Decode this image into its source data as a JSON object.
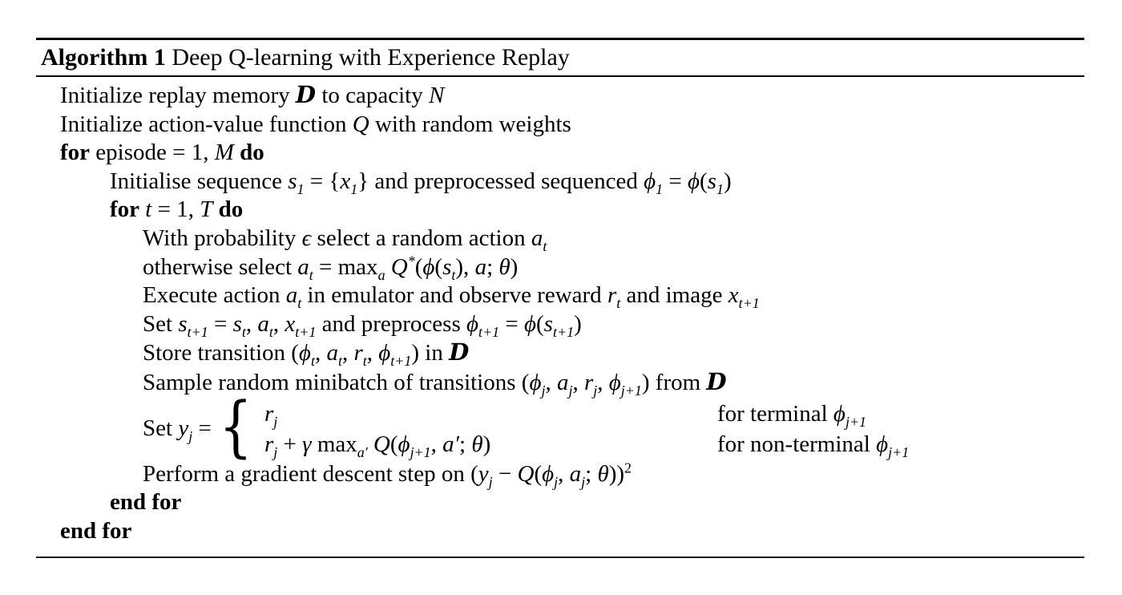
{
  "header": {
    "label": "Algorithm 1",
    "caption": " Deep Q-learning with Experience Replay"
  },
  "brace_glyph": "{",
  "lines": [
    {
      "indent": 0,
      "tokens": [
        "Initialize replay memory ",
        {
          "v": "D",
          "s": "cal"
        },
        " to capacity ",
        {
          "v": "N",
          "s": "i"
        }
      ]
    },
    {
      "indent": 0,
      "tokens": [
        "Initialize action-value function ",
        {
          "v": "Q",
          "s": "i"
        },
        " with random weights"
      ]
    },
    {
      "indent": 0,
      "tokens": [
        {
          "v": "for",
          "s": "b"
        },
        " episode = 1, ",
        {
          "v": "M",
          "s": "i"
        },
        " ",
        {
          "v": "do",
          "s": "b"
        }
      ]
    },
    {
      "indent": 1,
      "tokens": [
        "Initialise sequence ",
        {
          "v": "s",
          "s": "i",
          "sub": "1"
        },
        " = {",
        {
          "v": "x",
          "s": "i",
          "sub": "1"
        },
        "} and preprocessed sequenced ",
        {
          "v": "ϕ",
          "s": "i",
          "sub": "1"
        },
        " = ",
        {
          "v": "ϕ",
          "s": "i"
        },
        "(",
        {
          "v": "s",
          "s": "i",
          "sub": "1"
        },
        ")"
      ]
    },
    {
      "indent": 1,
      "tokens": [
        {
          "v": "for",
          "s": "b"
        },
        " ",
        {
          "v": "t",
          "s": "i"
        },
        " = 1, ",
        {
          "v": "T",
          "s": "i"
        },
        " ",
        {
          "v": "do",
          "s": "b"
        }
      ]
    },
    {
      "indent": 2,
      "tokens": [
        "With probability ",
        {
          "v": "ϵ",
          "s": "i"
        },
        " select a random action ",
        {
          "v": "a",
          "s": "i",
          "sub": "t"
        }
      ]
    },
    {
      "indent": 2,
      "tokens": [
        "otherwise select ",
        {
          "v": "a",
          "s": "i",
          "sub": "t"
        },
        " = ",
        {
          "v": "max",
          "sub": "a"
        },
        " ",
        {
          "v": "Q",
          "s": "i",
          "sup": "*"
        },
        "(",
        {
          "v": "ϕ",
          "s": "i"
        },
        "(",
        {
          "v": "s",
          "s": "i",
          "sub": "t"
        },
        "), ",
        {
          "v": "a",
          "s": "i"
        },
        "; ",
        {
          "v": "θ",
          "s": "i"
        },
        ")"
      ]
    },
    {
      "indent": 2,
      "tokens": [
        "Execute action ",
        {
          "v": "a",
          "s": "i",
          "sub": "t"
        },
        " in emulator and observe reward ",
        {
          "v": "r",
          "s": "i",
          "sub": "t"
        },
        " and image ",
        {
          "v": "x",
          "s": "i",
          "sub": "t+1"
        }
      ]
    },
    {
      "indent": 2,
      "tokens": [
        "Set ",
        {
          "v": "s",
          "s": "i",
          "sub": "t+1"
        },
        " = ",
        {
          "v": "s",
          "s": "i",
          "sub": "t"
        },
        ", ",
        {
          "v": "a",
          "s": "i",
          "sub": "t"
        },
        ", ",
        {
          "v": "x",
          "s": "i",
          "sub": "t+1"
        },
        " and preprocess ",
        {
          "v": "ϕ",
          "s": "i",
          "sub": "t+1"
        },
        " = ",
        {
          "v": "ϕ",
          "s": "i"
        },
        "(",
        {
          "v": "s",
          "s": "i",
          "sub": "t+1"
        },
        ")"
      ]
    },
    {
      "indent": 2,
      "tokens": [
        "Store transition (",
        {
          "v": "ϕ",
          "s": "i",
          "sub": "t"
        },
        ", ",
        {
          "v": "a",
          "s": "i",
          "sub": "t"
        },
        ", ",
        {
          "v": "r",
          "s": "i",
          "sub": "t"
        },
        ", ",
        {
          "v": "ϕ",
          "s": "i",
          "sub": "t+1"
        },
        ") in ",
        {
          "v": "D",
          "s": "cal"
        }
      ]
    },
    {
      "indent": 2,
      "tokens": [
        "Sample random minibatch of transitions (",
        {
          "v": "ϕ",
          "s": "i",
          "sub": "j"
        },
        ", ",
        {
          "v": "a",
          "s": "i",
          "sub": "j"
        },
        ", ",
        {
          "v": "r",
          "s": "i",
          "sub": "j"
        },
        ", ",
        {
          "v": "ϕ",
          "s": "i",
          "sub": "j+1"
        },
        ") from ",
        {
          "v": "D",
          "s": "cal"
        }
      ]
    },
    {
      "indent": 2,
      "type": "cases",
      "tokens": [
        "Set ",
        {
          "v": "y",
          "s": "i",
          "sub": "j"
        },
        " = "
      ],
      "rows": [
        {
          "expr": [
            {
              "v": "r",
              "s": "i",
              "sub": "j"
            }
          ],
          "cond": [
            "for terminal ",
            {
              "v": "ϕ",
              "s": "i",
              "sub": "j+1"
            }
          ]
        },
        {
          "expr": [
            {
              "v": "r",
              "s": "i",
              "sub": "j"
            },
            " + ",
            {
              "v": "γ",
              "s": "i"
            },
            " ",
            {
              "v": "max",
              "sub": "a′"
            },
            " ",
            {
              "v": "Q",
              "s": "i"
            },
            "(",
            {
              "v": "ϕ",
              "s": "i",
              "sub": "j+1"
            },
            ", ",
            {
              "v": "a′",
              "s": "i"
            },
            "; ",
            {
              "v": "θ",
              "s": "i"
            },
            ")"
          ],
          "cond": [
            "for non-terminal ",
            {
              "v": "ϕ",
              "s": "i",
              "sub": "j+1"
            }
          ]
        }
      ]
    },
    {
      "indent": 2,
      "tokens": [
        "Perform a gradient descent step on (",
        {
          "v": "y",
          "s": "i",
          "sub": "j"
        },
        " − ",
        {
          "v": "Q",
          "s": "i"
        },
        "(",
        {
          "v": "ϕ",
          "s": "i",
          "sub": "j"
        },
        ", ",
        {
          "v": "a",
          "s": "i",
          "sub": "j"
        },
        "; ",
        {
          "v": "θ",
          "s": "i"
        },
        "))",
        {
          "v": "",
          "sup": "2"
        }
      ]
    },
    {
      "indent": 1,
      "tokens": [
        {
          "v": "end for",
          "s": "b"
        }
      ]
    },
    {
      "indent": 0,
      "tokens": [
        {
          "v": "end for",
          "s": "b"
        }
      ]
    }
  ]
}
